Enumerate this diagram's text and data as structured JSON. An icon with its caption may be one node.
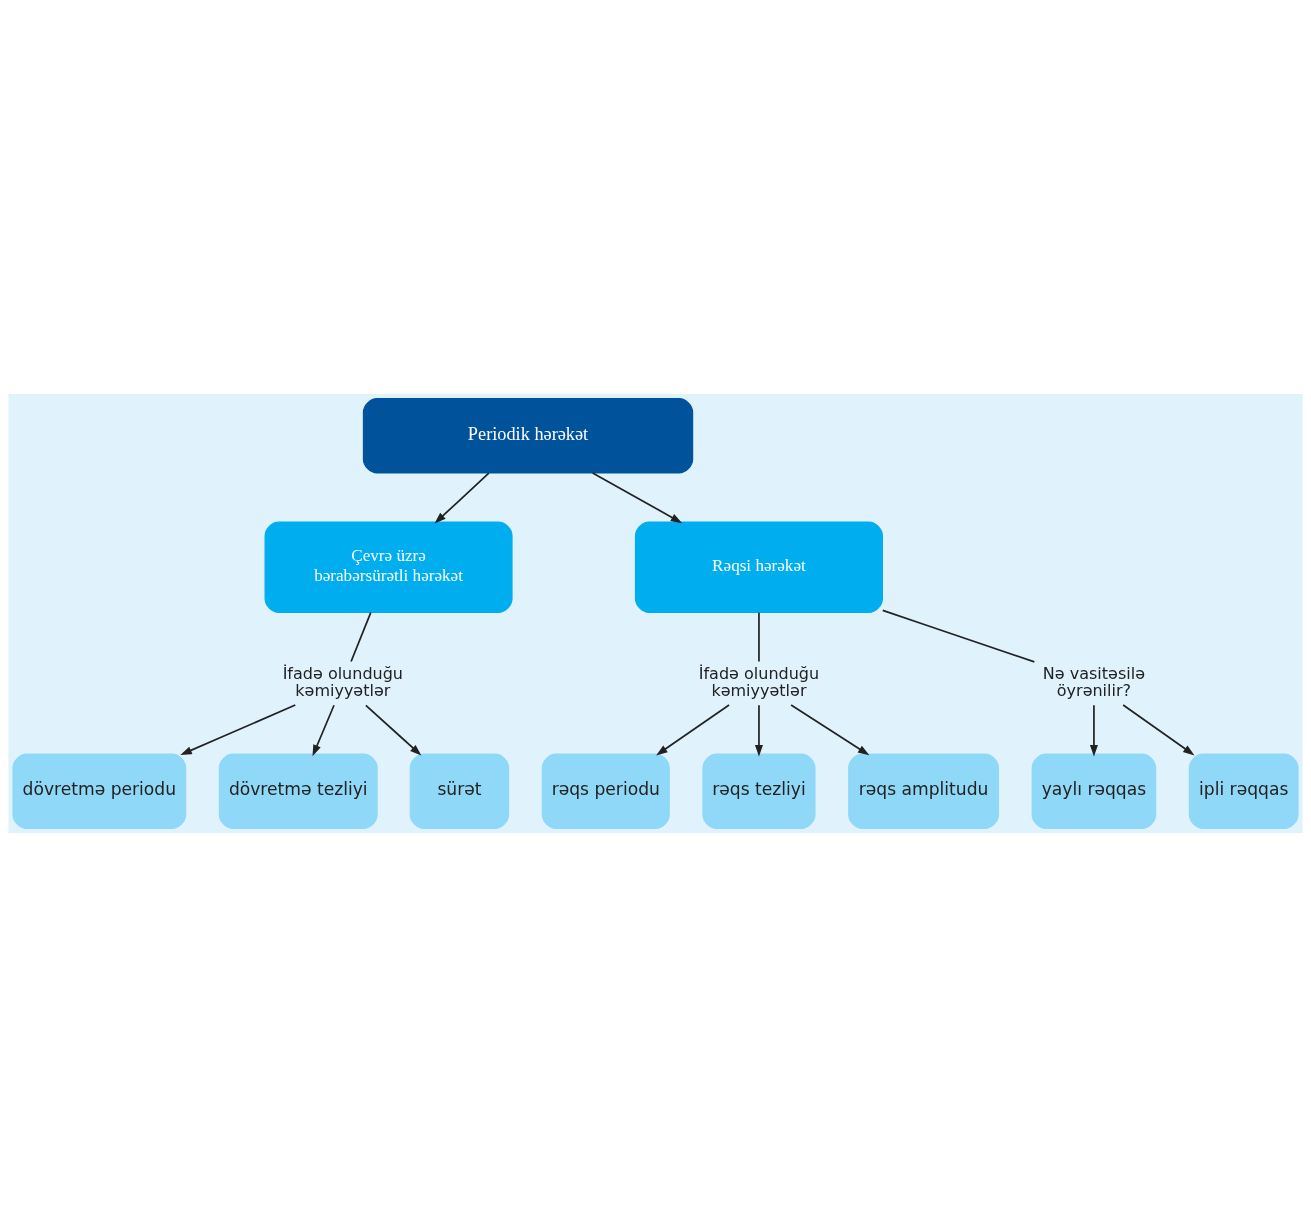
{
  "diagram": {
    "nodes": [
      {
        "text": [
          "Periodik hərəkət"
        ]
      },
      {
        "text": [
          "Çevrə üzrə bərabərsürətli hərəkət"
        ]
      },
      {
        "text": [
          "Rəqsi hərəkət"
        ]
      },
      {
        "text": [
          "İfadə olunduğu kəmiyyətlər"
        ]
      },
      {
        "text": [
          "dövretmə periodu"
        ]
      },
      {
        "text": [
          "dövretmə tezliyi"
        ]
      },
      {
        "text": [
          "sürət"
        ]
      },
      {
        "text": [
          "İfadə olunduğu kəmiyyətlər"
        ]
      },
      {
        "text": [
          "Nə vasitəsilə öyrənilir?"
        ]
      },
      {
        "text": [
          "yaylı rəqqas"
        ]
      },
      {
        "text": [
          "ipli rəqqas"
        ]
      },
      {
        "text": [
          "rəqs periodu"
        ]
      },
      {
        "text": [
          "rəqs tezliyi"
        ]
      },
      {
        "text": [
          "rəqs amplitudu"
        ]
      }
    ],
    "edges": [
      {
        "from": 0,
        "to": 1,
        "arrow": "to"
      },
      {
        "from": 0,
        "to": 2,
        "arrow": "to"
      },
      {
        "from": 1,
        "to": 3,
        "arrow": "none"
      },
      {
        "from": 3,
        "to": 4,
        "arrow": "to"
      },
      {
        "from": 3,
        "to": 5,
        "arrow": "to"
      },
      {
        "from": 3,
        "to": 6,
        "arrow": "to"
      },
      {
        "from": 2,
        "to": 7,
        "arrow": "none"
      },
      {
        "from": 2,
        "to": 8,
        "arrow": "none"
      },
      {
        "from": 8,
        "to": 9,
        "arrow": "to"
      },
      {
        "from": 8,
        "to": 10,
        "arrow": "to"
      },
      {
        "from": 7,
        "to": 11,
        "arrow": "to"
      },
      {
        "from": 7,
        "to": 12,
        "arrow": "to"
      },
      {
        "from": 7,
        "to": 13,
        "arrow": "to"
      }
    ]
  }
}
